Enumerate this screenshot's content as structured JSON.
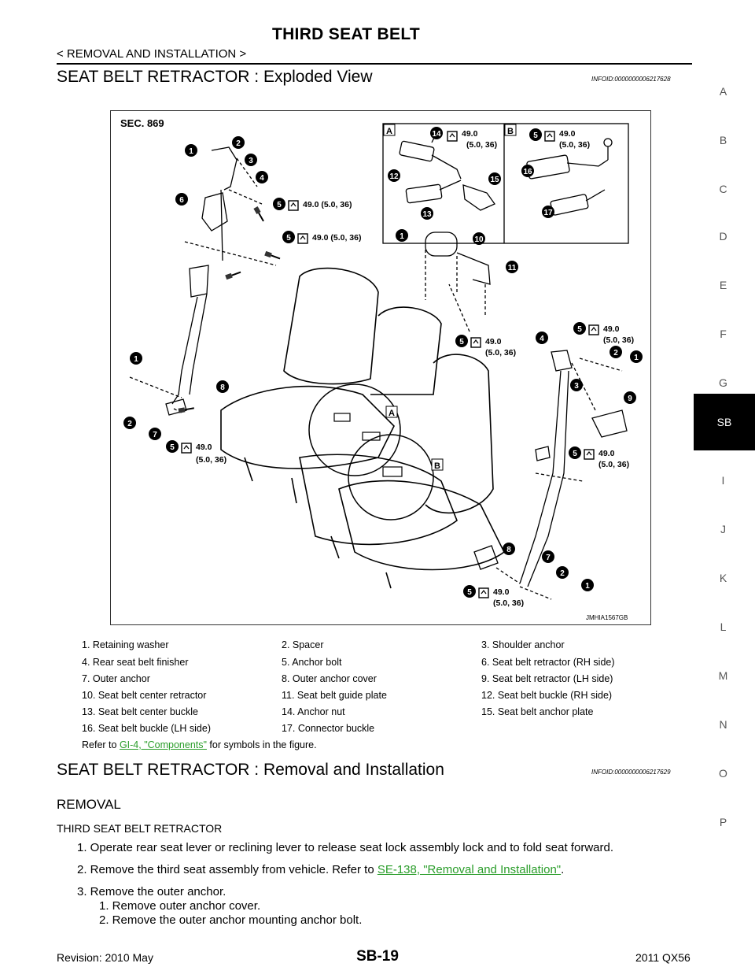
{
  "header": {
    "title": "THIRD SEAT BELT",
    "breadcrumb": "< REMOVAL AND INSTALLATION >"
  },
  "section1": {
    "heading": "SEAT BELT RETRACTOR : Exploded View",
    "info_id": "INFOID:0000000006217628"
  },
  "figure": {
    "sec_label": "SEC. 869",
    "code": "JMHIA1567GB",
    "torque_inline": "49.0 (5.0, 36)",
    "torque_main": "49.0",
    "torque_sub": "(5.0, 36)",
    "box_a": "A",
    "box_b": "B",
    "numbers": [
      "1",
      "2",
      "3",
      "4",
      "5",
      "6",
      "7",
      "8",
      "9",
      "10",
      "11",
      "12",
      "13",
      "14",
      "15",
      "16",
      "17"
    ]
  },
  "legend": {
    "items": [
      "1.  Retaining washer",
      "2.  Spacer",
      "3.  Shoulder anchor",
      "4.  Rear seat belt finisher",
      "5.  Anchor bolt",
      "6.  Seat belt retractor (RH side)",
      "7.  Outer anchor",
      "8.  Outer anchor cover",
      "9.  Seat belt retractor (LH side)",
      "10. Seat belt center retractor",
      "11. Seat belt guide plate",
      "12. Seat belt buckle (RH side)",
      "13. Seat belt center buckle",
      "14. Anchor nut",
      "15. Seat belt anchor plate",
      "16. Seat belt buckle (LH side)",
      "17. Connector buckle"
    ],
    "refer_prefix": "Refer to ",
    "refer_link": "GI-4, \"Components\"",
    "refer_suffix": " for symbols in the figure."
  },
  "section2": {
    "heading": "SEAT BELT RETRACTOR : Removal and Installation",
    "info_id": "INFOID:0000000006217629",
    "subheading": "REMOVAL",
    "subsubheading": "THIRD SEAT BELT RETRACTOR",
    "step1": "1.  Operate rear seat lever or reclining lever to release seat lock assembly lock and to fold seat forward.",
    "step2_prefix": "2.  Remove the third seat assembly from vehicle. Refer to ",
    "step2_link": "SE-138, \"Removal and Installation\"",
    "step2_suffix": ".",
    "step3": "3.  Remove the outer anchor.",
    "step3_1": "1.  Remove outer anchor cover.",
    "step3_2": "2.  Remove the outer anchor mounting anchor bolt."
  },
  "side_tabs": [
    "A",
    "B",
    "C",
    "D",
    "E",
    "F",
    "G",
    "SB",
    "I",
    "J",
    "K",
    "L",
    "M",
    "N",
    "O",
    "P"
  ],
  "footer": {
    "revision": "Revision: 2010 May",
    "page": "SB-19",
    "model": "2011 QX56"
  },
  "colors": {
    "link": "#2a9d2a",
    "tab_bg": "#000000"
  }
}
